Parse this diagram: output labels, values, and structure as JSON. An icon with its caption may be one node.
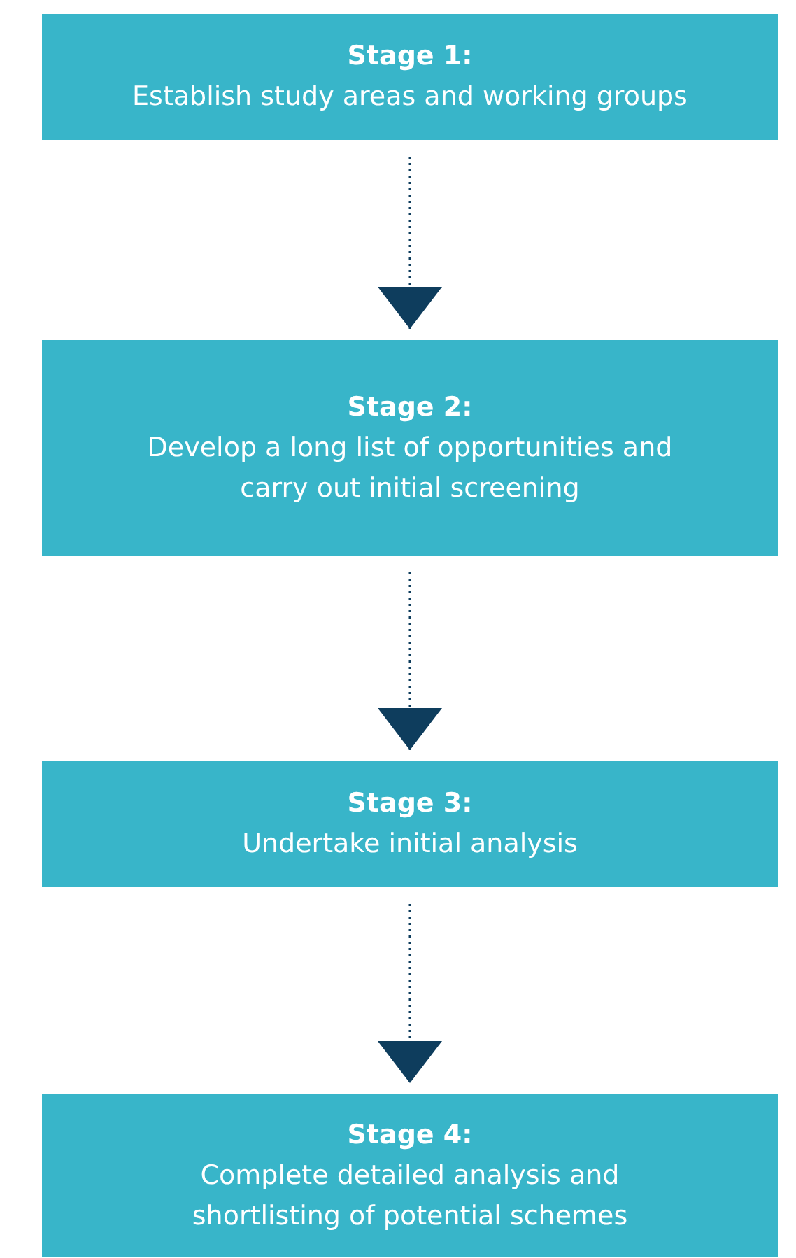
{
  "diagram": {
    "nodes": [
      {
        "text": [
          "Stage 1:",
          "Establish study areas and working groups"
        ]
      },
      {
        "text": [
          "Stage 2:",
          "Develop a long list of opportunities and carry out initial screening"
        ]
      },
      {
        "text": [
          "Stage 3:",
          "Undertake initial analysis"
        ]
      },
      {
        "text": [
          "Stage 4:",
          "Complete detailed analysis and shortlisting of potential schemes"
        ]
      }
    ],
    "edges": [
      {
        "from": 0,
        "to": 1,
        "arrow": "to",
        "style": "dashed"
      },
      {
        "from": 1,
        "to": 2,
        "arrow": "to",
        "style": "dashed"
      },
      {
        "from": 2,
        "to": 3,
        "arrow": "to",
        "style": "dashed"
      }
    ]
  }
}
